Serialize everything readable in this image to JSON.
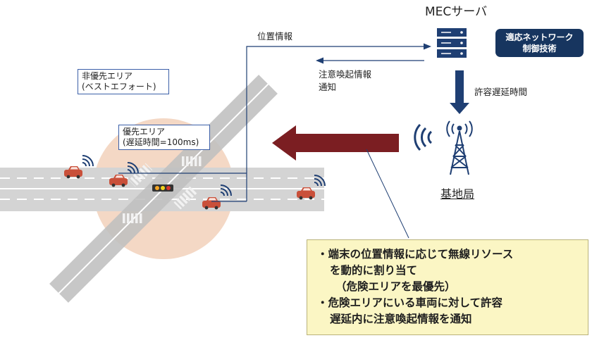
{
  "mec_server": {
    "title": "MECサーバ"
  },
  "control_badge": {
    "line1": "適応ネットワーク",
    "line2": "制御技術"
  },
  "labels": {
    "position_info": "位置情報",
    "alert_line1": "注意喚起情報",
    "alert_line2": "通知",
    "latency_tolerance": "許容遅延時間",
    "base_station": "基地局"
  },
  "areas": {
    "non_priority_line1": "非優先エリア",
    "non_priority_line2": "(ベストエフォート)",
    "priority_line1": "優先エリア",
    "priority_line2": "(遅延時間=100ms)"
  },
  "note": {
    "lines": [
      "・端末の位置情報に応じて無線リソース",
      "を動的に割り当て",
      "（危険エリアを最優先）",
      "・危険エリアにいる車両に対して許容",
      "遅延内に注意喚起情報を通知"
    ]
  },
  "colors": {
    "navy": "#17355f",
    "server": "#1f3f73",
    "blue_arrow": "#1f3f73",
    "dark_red_arrow": "#7b1e22",
    "car": "#c9503a",
    "priority_zone": "#f3d4bf",
    "note_bg": "#fbf6c4",
    "road": "#d4d4d4"
  },
  "icons": [
    "server-icon",
    "antenna-tower-icon",
    "wireless-signal-icon",
    "car-icon",
    "traffic-light-icon"
  ]
}
